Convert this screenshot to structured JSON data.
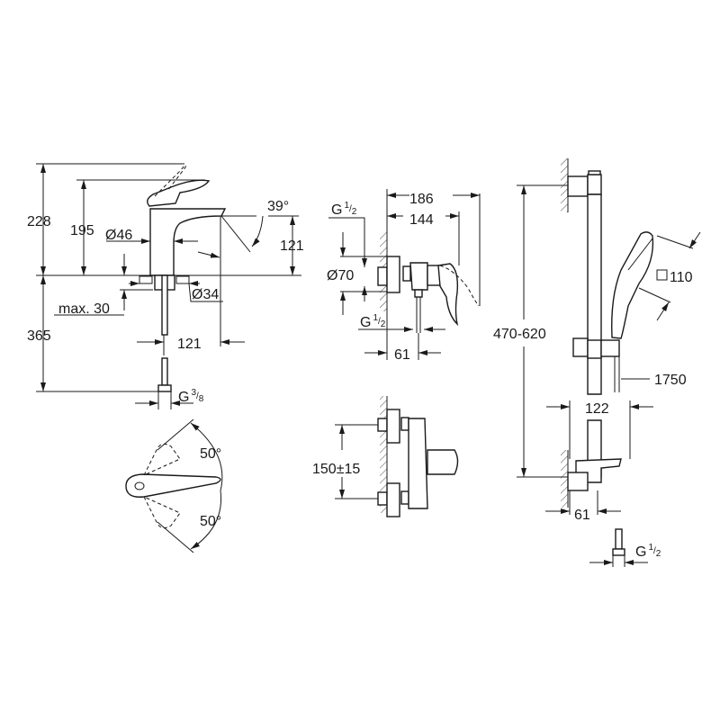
{
  "colors": {
    "line": "#1a1a1a",
    "background": "#ffffff"
  },
  "basin_mixer": {
    "height_total": "228",
    "height_spout": "195",
    "body_diameter": "Ø46",
    "spout_angle": "39°",
    "spout_height": "121",
    "hole_diameter": "Ø34",
    "max_thickness": "max. 30",
    "hose_length": "365",
    "projection": "121",
    "connection": {
      "base": "G",
      "num": "3",
      "den": "8"
    }
  },
  "top_view": {
    "angle_top": "50°",
    "angle_bottom": "50°"
  },
  "shower_mixer": {
    "connection_top": {
      "base": "G",
      "num": "1",
      "den": "2"
    },
    "depth_total": "186",
    "depth_handle": "144",
    "escutcheon_diameter": "Ø70",
    "outlet_connection": {
      "base": "G",
      "num": "1",
      "den": "2"
    },
    "outlet_offset": "61",
    "centres": "150±15"
  },
  "shower_rail": {
    "rail_length": "470-620",
    "handshower_size": "110",
    "hose_length": "1750",
    "projection": "122",
    "wall_offset": "61",
    "connection": {
      "base": "G",
      "num": "1",
      "den": "2"
    }
  }
}
